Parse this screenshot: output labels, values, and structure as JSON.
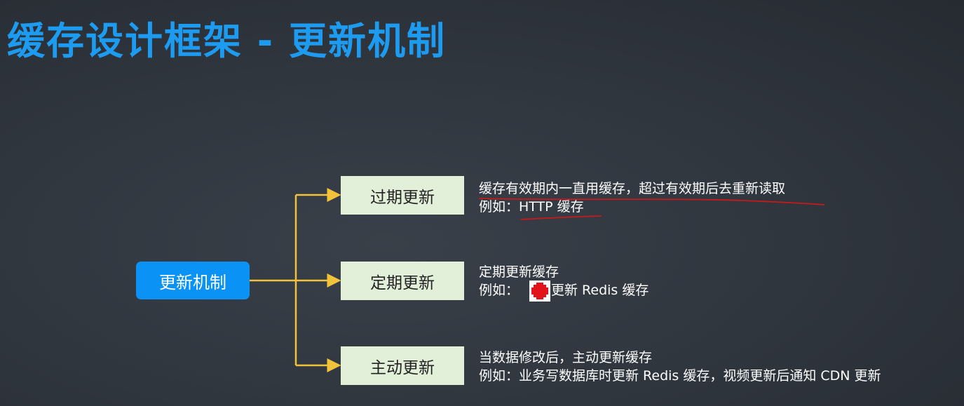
{
  "title": "缓存设计框架 - 更新机制",
  "root": {
    "label": "更新机制"
  },
  "branches": [
    {
      "label": "过期更新",
      "desc_line1": "缓存有效期内一直用缓存，超过有效期后去重新读取",
      "desc_line2": "例如：HTTP 缓存"
    },
    {
      "label": "定期更新",
      "desc_line1": "定期更新缓存",
      "desc_line2_prefix": "例如：",
      "desc_line2_suffix": "更新 Redis 缓存"
    },
    {
      "label": "主动更新",
      "desc_line1": "当数据修改后，主动更新缓存",
      "desc_line2": "例如：业务写数据库时更新 Redis 缓存，视频更新后通知 CDN 更新"
    }
  ],
  "colors": {
    "title": "#1d9bf0",
    "root_fill": "#0a92f4",
    "branch_fill": "#e2efd9",
    "connector": "#f2c23a",
    "annotation": "#c8191b"
  }
}
